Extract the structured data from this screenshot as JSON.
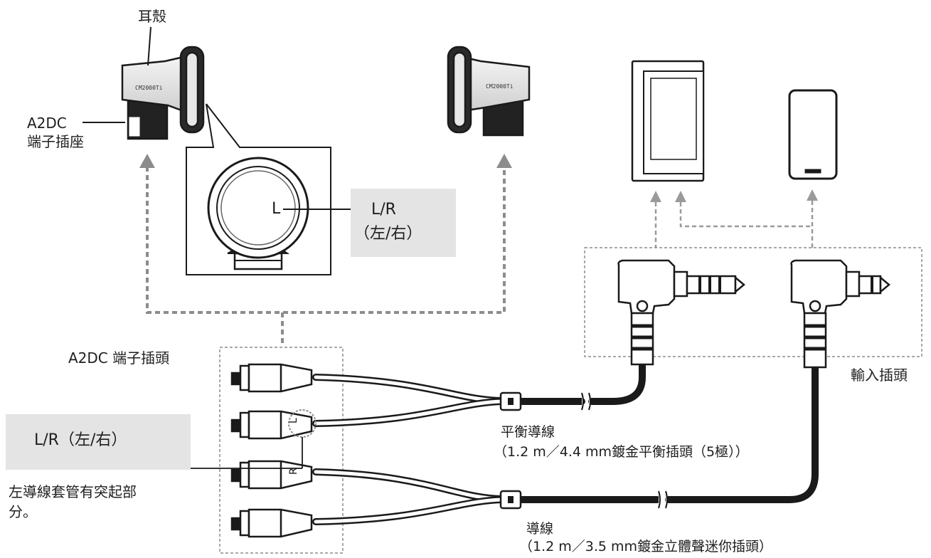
{
  "labels": {
    "earshell": "耳殼",
    "a2dc_socket_line1": "A2DC",
    "a2dc_socket_line2": "端子插座",
    "lr_mark": "L",
    "lr_callout_line1": "L/R",
    "lr_callout_line2": "（左/右）",
    "a2dc_plug": "A2DC 端子插頭",
    "lr_callout2": "L/R（左/右）",
    "left_sleeve_note_line1": "左導線套管有突起部",
    "left_sleeve_note_line2": "分。",
    "input_plug": "輸入插頭",
    "balanced_cable_line1": "平衡導線",
    "balanced_cable_line2": "（1.2 m／4.4 mm鍍金平衡插頭（5極））",
    "std_cable_line1": "導線",
    "std_cable_line2": "（1.2 m／3.5 mm鍍金立體聲迷你插頭）"
  },
  "markings": {
    "left_shell_model": "CM2000Ti",
    "right_shell_model": "CM2000Ti",
    "connector_left_mark": "L",
    "connector_right_mark": "R"
  },
  "colors": {
    "line": "#1a1a1a",
    "arrow_gray": "#8c8c8c",
    "callout_bg": "#e4e4e4"
  }
}
